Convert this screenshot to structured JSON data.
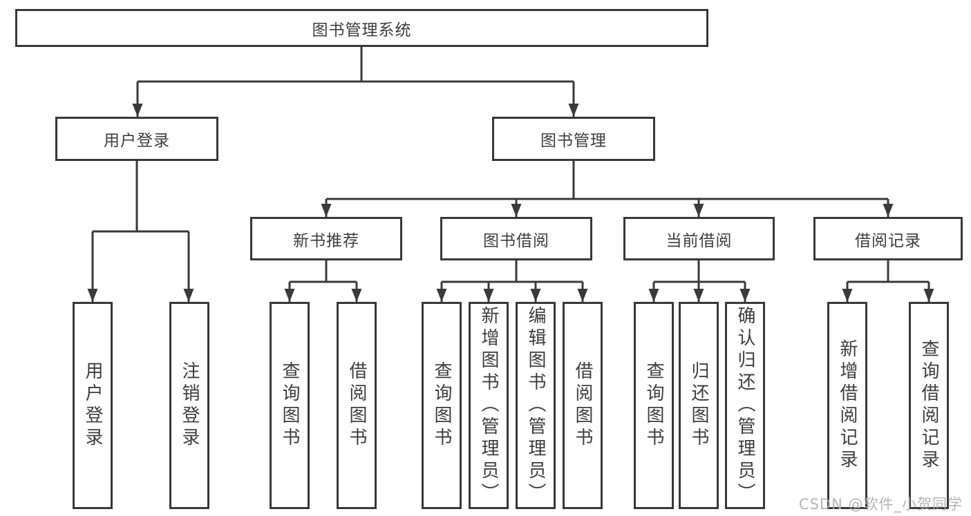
{
  "tree": {
    "root": {
      "label": "图书管理系统",
      "children": [
        {
          "label": "用户登录",
          "children": [
            {
              "label": "用户登录"
            },
            {
              "label": "注销登录"
            }
          ]
        },
        {
          "label": "图书管理",
          "children": [
            {
              "label": "新书推荐",
              "children": [
                {
                  "label": "查询图书"
                },
                {
                  "label": "借阅图书"
                }
              ]
            },
            {
              "label": "图书借阅",
              "children": [
                {
                  "label": "查询图书"
                },
                {
                  "label": "新增图书（管理员）"
                },
                {
                  "label": "编辑图书（管理员）"
                },
                {
                  "label": "借阅图书"
                }
              ]
            },
            {
              "label": "当前借阅",
              "children": [
                {
                  "label": "查询图书"
                },
                {
                  "label": "归还图书"
                },
                {
                  "label": "确认归还（管理员）"
                }
              ]
            },
            {
              "label": "借阅记录",
              "children": [
                {
                  "label": "新增借阅记录"
                },
                {
                  "label": "查询借阅记录"
                }
              ]
            }
          ]
        }
      ]
    }
  },
  "watermark": {
    "text": "CSDN @软件_小贺同学"
  },
  "colors": {
    "line": "#3a3a3a",
    "box_border": "#383838",
    "text": "#3d3d3d",
    "background": "#ffffff",
    "watermark": "#acacac"
  }
}
